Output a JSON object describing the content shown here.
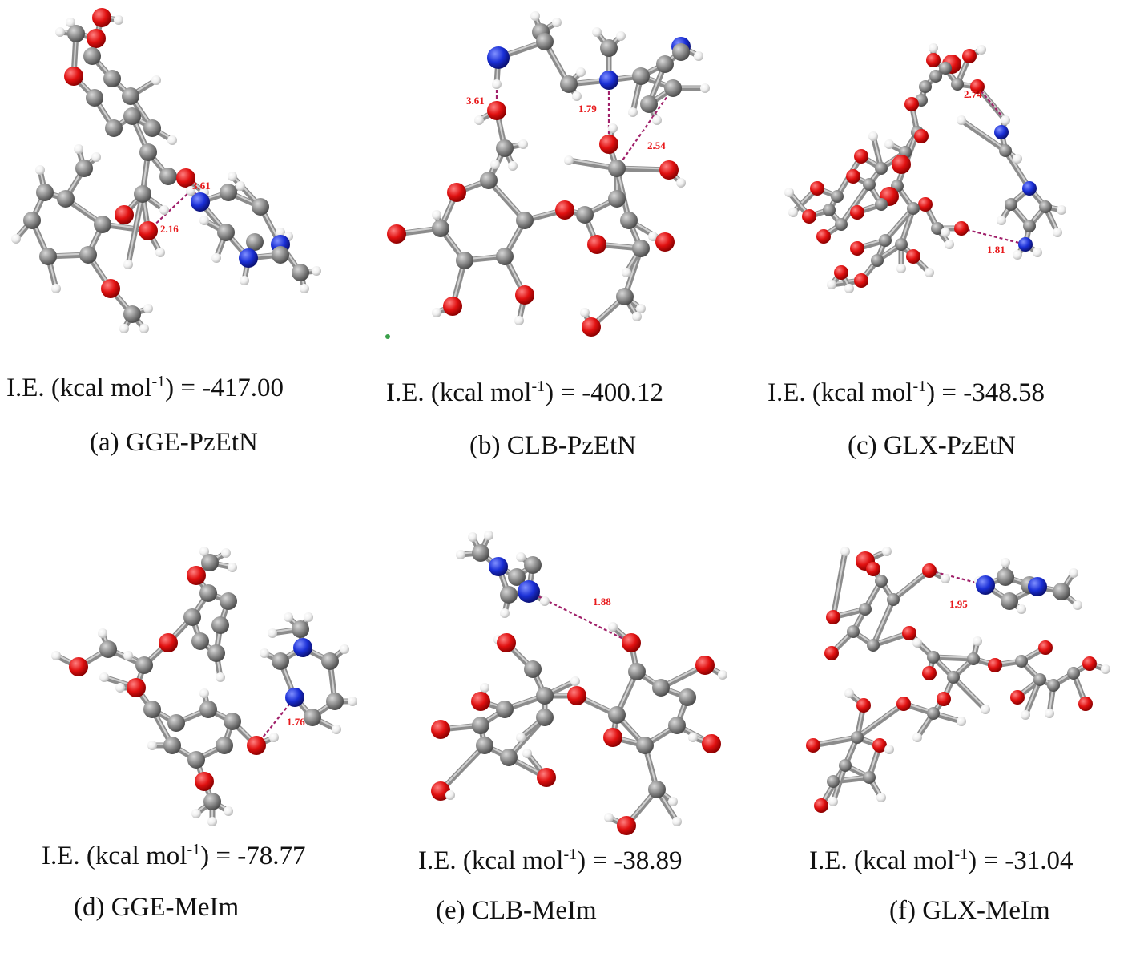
{
  "panels": [
    {
      "ie_prefix": "I.E. (kcal mol",
      "ie_sup": "-1",
      "ie_suffix": ") = -417.00",
      "label": "(a)  GGE-PzEtN",
      "distances": [
        "3.61",
        "2.16"
      ]
    },
    {
      "ie_prefix": "I.E. (kcal mol",
      "ie_sup": "-1",
      "ie_suffix": ") = -400.12",
      "label": "(b)  CLB-PzEtN",
      "distances": [
        "3.61",
        "1.79",
        "2.54"
      ]
    },
    {
      "ie_prefix": "I.E. (kcal mol",
      "ie_sup": "-1",
      "ie_suffix": ") = -348.58",
      "label": "(c)  GLX-PzEtN",
      "distances": [
        "2.74",
        "1.81"
      ]
    },
    {
      "ie_prefix": "I.E. (kcal mol",
      "ie_sup": "-1",
      "ie_suffix": ") = -78.77",
      "label": "(d)  GGE-MeIm",
      "distances": [
        "1.76"
      ]
    },
    {
      "ie_prefix": "I.E. (kcal mol",
      "ie_sup": "-1",
      "ie_suffix": ") = -38.89",
      "label": "(e)  CLB-MeIm",
      "distances": [
        "1.88"
      ]
    },
    {
      "ie_prefix": "I.E. (kcal mol",
      "ie_sup": "-1",
      "ie_suffix": ") = -31.04",
      "label": "(f)  GLX-MeIm",
      "distances": [
        "1.95"
      ]
    }
  ],
  "colors": {
    "carbon": "#8a8a8a",
    "oxygen": "#e01010",
    "nitrogen": "#1a2fd6",
    "hydrogen": "#f0f0f0",
    "hbond": "#a0206a",
    "distance_label": "#e8191b"
  }
}
